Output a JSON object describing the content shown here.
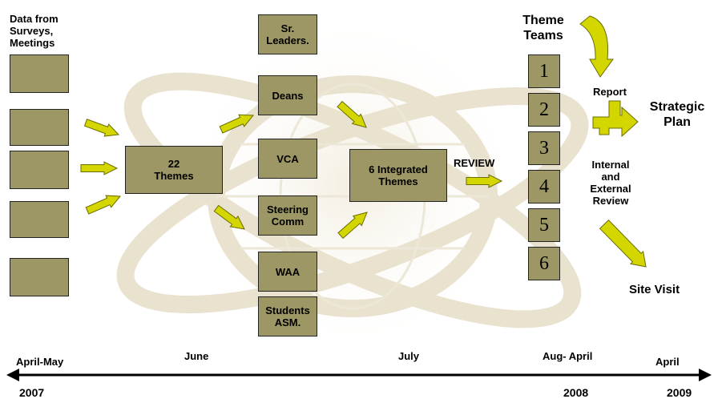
{
  "sources": {
    "label": "Data from\nSurveys,\nMeetings",
    "box_count": 5
  },
  "themes_22": "22\nThemes",
  "groups": [
    "Sr.\nLeaders.",
    "Deans",
    "VCA",
    "Steering\nComm",
    "WAA",
    "Students\nASM."
  ],
  "integrated": "6 Integrated\nThemes",
  "review": "REVIEW",
  "theme_teams": {
    "title": "Theme\nTeams",
    "numbers": [
      "1",
      "2",
      "3",
      "4",
      "5",
      "6"
    ]
  },
  "report": "Report",
  "strategic_plan": "Strategic\nPlan",
  "internal_review": "Internal\nand\nExternal\nReview",
  "site_visit": "Site Visit",
  "timeline": {
    "periods": [
      "April-May",
      "June",
      "July",
      "Aug- April",
      "April"
    ],
    "years": [
      "2007",
      "2008",
      "2009"
    ]
  },
  "colors": {
    "box_fill": "#9c9764",
    "arrow_fill": "#d4d600",
    "arrow_stroke": "#6b6b00"
  }
}
